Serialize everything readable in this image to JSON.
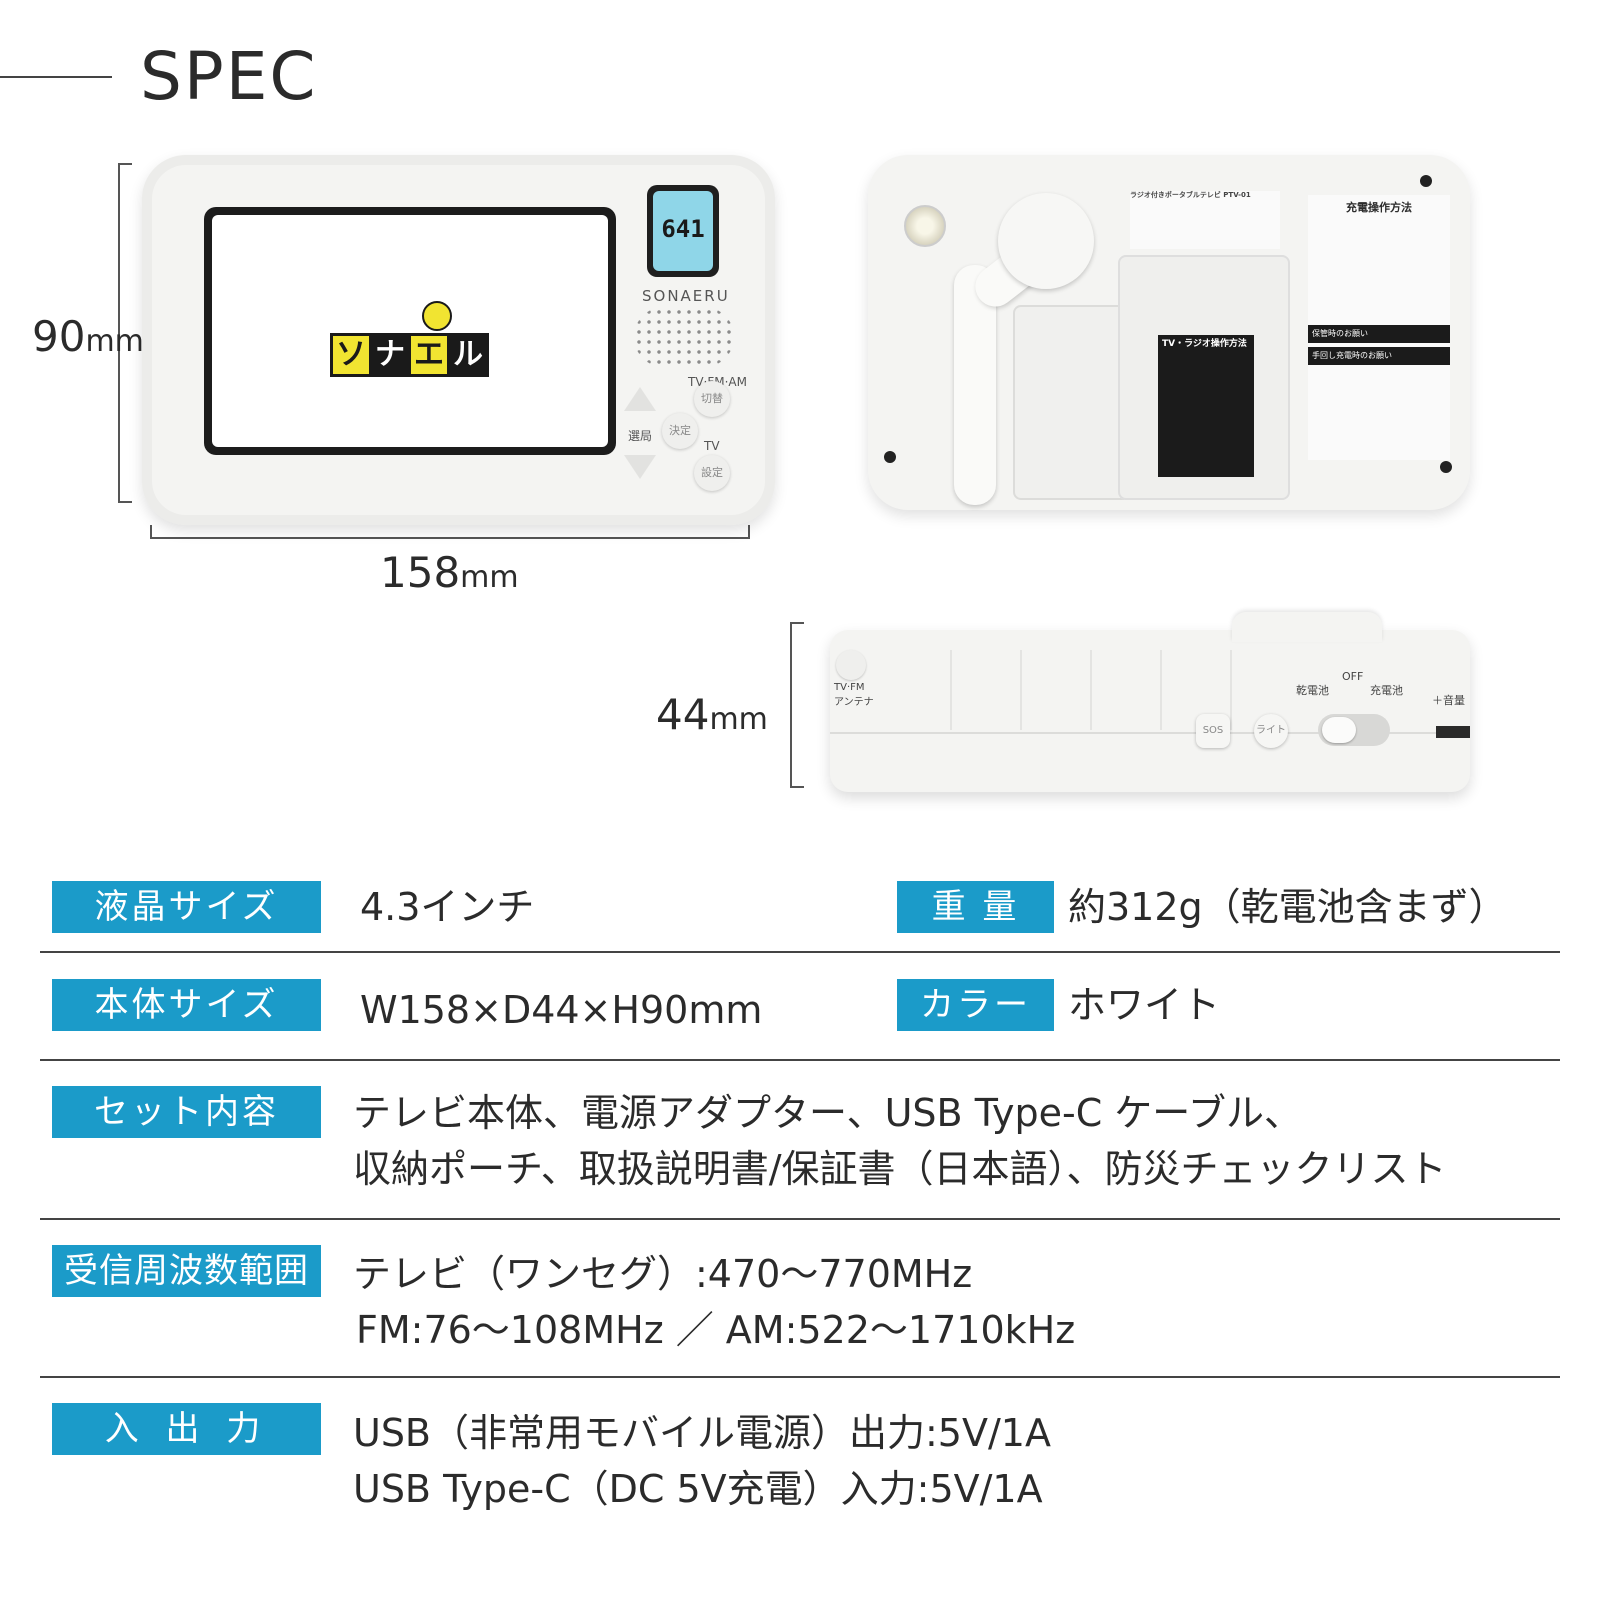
{
  "header": {
    "title": "SPEC"
  },
  "dimensions": {
    "height": {
      "value": "90",
      "unit": "mm"
    },
    "width": {
      "value": "158",
      "unit": "mm"
    },
    "depth": {
      "value": "44",
      "unit": "mm"
    }
  },
  "device_front": {
    "logo_chars": [
      "ソ",
      "ナ",
      "エ",
      "ル"
    ],
    "lcd_text": "641",
    "brand": "SONAERU",
    "mode_label": "TV·FM·AM",
    "btn_switch": "切替",
    "btn_select": "選局",
    "btn_decide": "決定",
    "tv_label": "TV",
    "btn_setting": "設定"
  },
  "device_back": {
    "sticker_title": "ラジオ付きポータブルテレビ PTV-01",
    "black_box_title": "TV・ラジオ操作方法",
    "notice_title": "充電操作方法",
    "notice_storage": "保管時のお願い",
    "notice_crank": "手回し充電時のお願い"
  },
  "device_side": {
    "antenna_label": "TV·FM アンテナ",
    "sos_label": "SOS",
    "light_label": "ライト",
    "switch_left": "乾電池",
    "switch_off": "OFF",
    "switch_right": "充電池",
    "volume_label": "＋音量"
  },
  "specs": {
    "lcd_size": {
      "label": "液晶サイズ",
      "value": "4.3インチ"
    },
    "weight": {
      "label": "重 量",
      "value": "約312g（乾電池含まず）"
    },
    "body_size": {
      "label": "本体サイズ",
      "value": "W158×D44×H90mm"
    },
    "color": {
      "label": "カラー",
      "value": "ホワイト"
    },
    "contents": {
      "label": "セット内容",
      "line1": "テレビ本体、電源アダプター、USB Type-C ケーブル、",
      "line2": "収納ポーチ、取扱説明書/保証書（日本語）、防災チェックリスト"
    },
    "frequency": {
      "label": "受信周波数範囲",
      "line1": "テレビ（ワンセグ）:470～770MHz",
      "line2": "FM:76～108MHz ／ AM:522～1710kHz"
    },
    "io": {
      "label": "入 出 力",
      "line1": "USB（非常用モバイル電源）出力:5V/1A",
      "line2": "USB Type-C（DC 5V充電）入力:5V/1A"
    }
  },
  "colors": {
    "accent": "#1b9bc9",
    "logo_yellow": "#f1e431",
    "text": "#2b2b2b"
  }
}
